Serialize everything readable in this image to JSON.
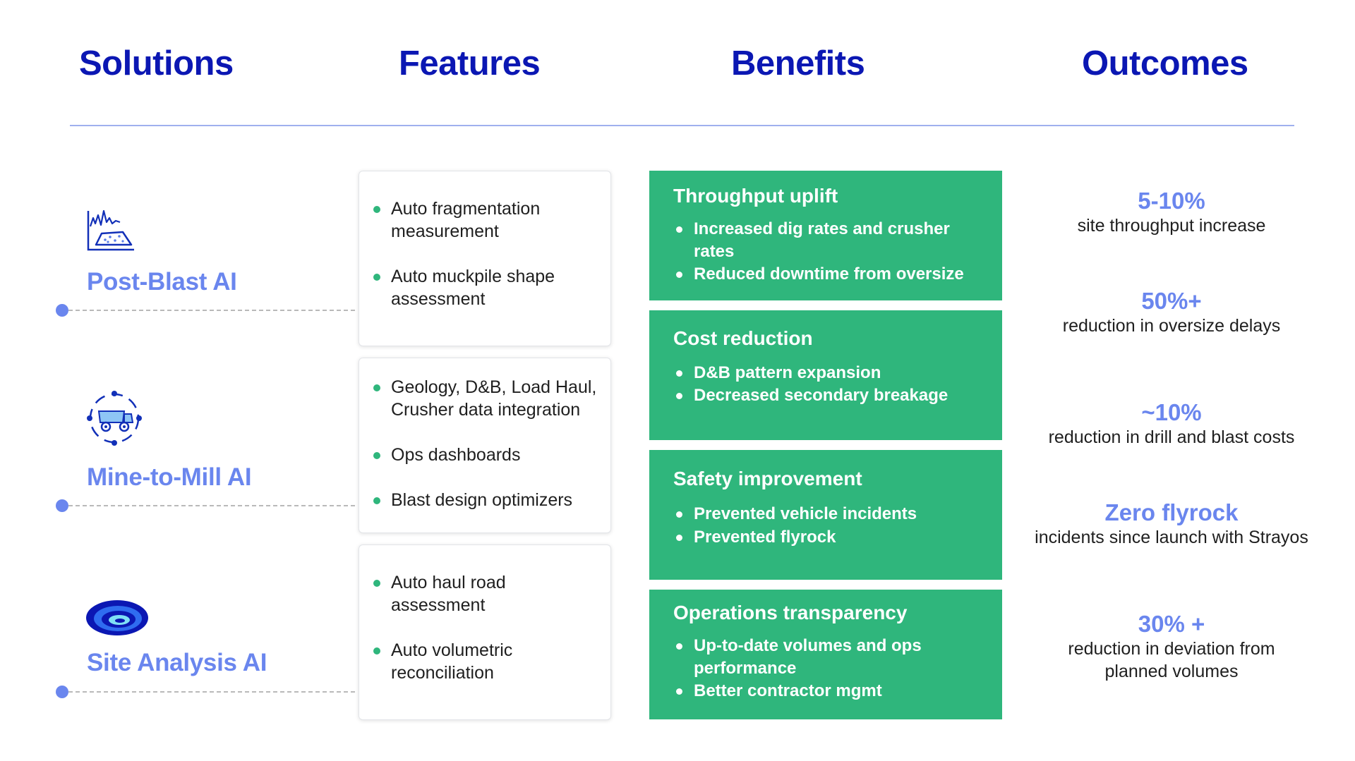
{
  "headers": {
    "solutions": "Solutions",
    "features": "Features",
    "benefits": "Benefits",
    "outcomes": "Outcomes"
  },
  "solutions": [
    {
      "name": "Post-Blast AI",
      "icon": "post-blast-chart-icon"
    },
    {
      "name": "Mine-to-Mill AI",
      "icon": "haul-truck-cycle-icon"
    },
    {
      "name": "Site Analysis AI",
      "icon": "site-scan-ellipse-icon"
    }
  ],
  "features": [
    {
      "items": [
        "Auto fragmentation measurement",
        "Auto muckpile shape assessment"
      ]
    },
    {
      "items": [
        "Geology, D&B, Load Haul, Crusher data integration",
        "Ops dashboards",
        "Blast design optimizers"
      ]
    },
    {
      "items": [
        "Auto haul road assessment",
        "Auto volumetric reconciliation"
      ]
    }
  ],
  "benefits": [
    {
      "title": "Throughput uplift",
      "items": [
        "Increased dig rates and crusher rates",
        "Reduced downtime from oversize"
      ]
    },
    {
      "title": "Cost reduction",
      "items": [
        "D&B pattern expansion",
        "Decreased secondary breakage"
      ]
    },
    {
      "title": "Safety improvement",
      "items": [
        "Prevented vehicle incidents",
        "Prevented flyrock"
      ]
    },
    {
      "title": "Operations transparency",
      "items": [
        "Up-to-date volumes and ops performance",
        "Better contractor mgmt"
      ]
    }
  ],
  "outcomes": [
    {
      "value": "5-10%",
      "desc": "site throughput increase"
    },
    {
      "value": "50%+",
      "desc": "reduction in oversize delays"
    },
    {
      "value": "~10%",
      "desc": "reduction in drill and blast costs"
    },
    {
      "value": "Zero flyrock",
      "desc": "incidents since launch with Strayos"
    },
    {
      "value": "30% +",
      "desc": "reduction in deviation from planned volumes"
    }
  ],
  "colors": {
    "header": "#0b17b3",
    "accent": "#6a86ee",
    "benefit_bg": "#2fb67c",
    "bullet": "#2fb67c"
  }
}
